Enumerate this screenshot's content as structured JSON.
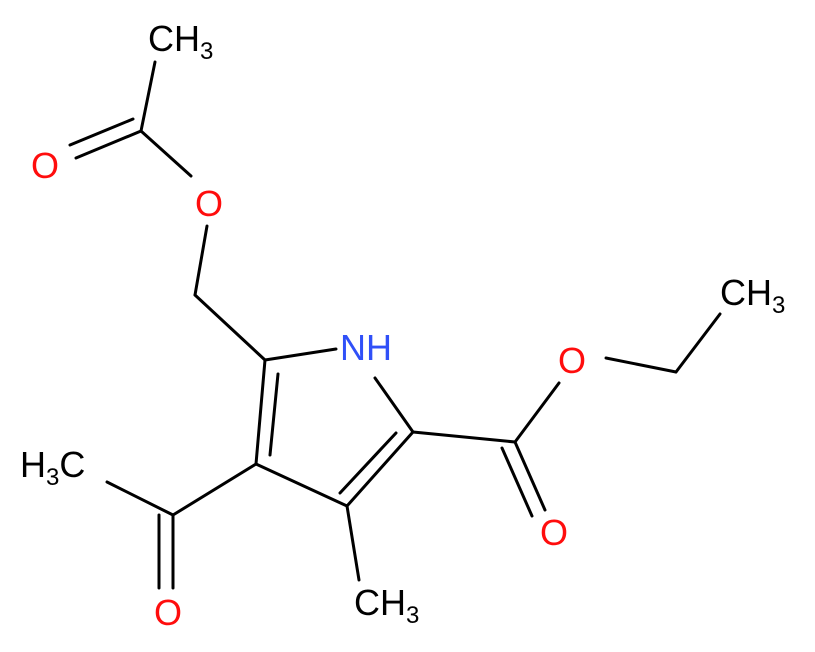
{
  "molecule": {
    "atom_labels": {
      "ch3_acetoxy": {
        "main": "CH",
        "sub": "3"
      },
      "o_acetoxy_carbonyl": "O",
      "o_acetoxy_ester": "O",
      "nh": "NH",
      "o_ethyl_ester": "O",
      "ch3_ethyl": {
        "main": "CH",
        "sub": "3"
      },
      "h3c_acetyl": {
        "main_h": "H",
        "sub": "3",
        "main_c": "C"
      },
      "o_acetyl": "O",
      "o_carboxyl_carbonyl": "O",
      "ch3_ring": {
        "main": "CH",
        "sub": "3"
      }
    },
    "colors": {
      "bond": "#000000",
      "carbon": "#000000",
      "oxygen": "#ff0d0d",
      "nitrogen": "#3050f8"
    }
  }
}
